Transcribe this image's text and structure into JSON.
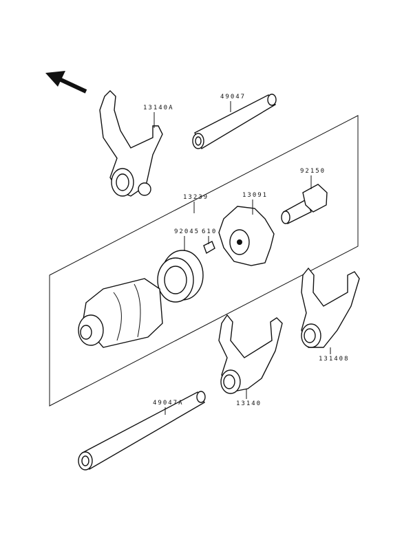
{
  "labels": {
    "fork_a": "13140A",
    "shaft_upper": "49047",
    "bolt": "92150",
    "drum_assembly": "13239",
    "pin_holder": "13091",
    "bearing": "92045",
    "pin": "610",
    "fork_b": "131408",
    "fork": "13140",
    "shaft_lower": "49047A"
  },
  "icons": {
    "direction_arrow": "arrow-up-left-icon"
  },
  "colors": {
    "line": "#111111",
    "watermark": "#d9d9d9"
  }
}
